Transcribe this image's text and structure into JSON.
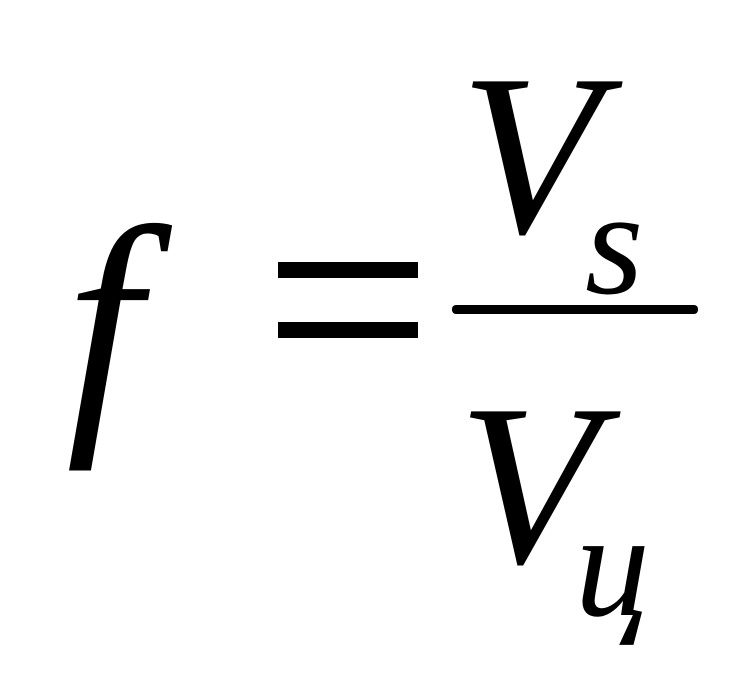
{
  "formula": {
    "lhs": "f",
    "numerator": {
      "symbol": "V",
      "subscript": "s"
    },
    "denominator": {
      "symbol": "V",
      "subscript": "ц"
    }
  }
}
